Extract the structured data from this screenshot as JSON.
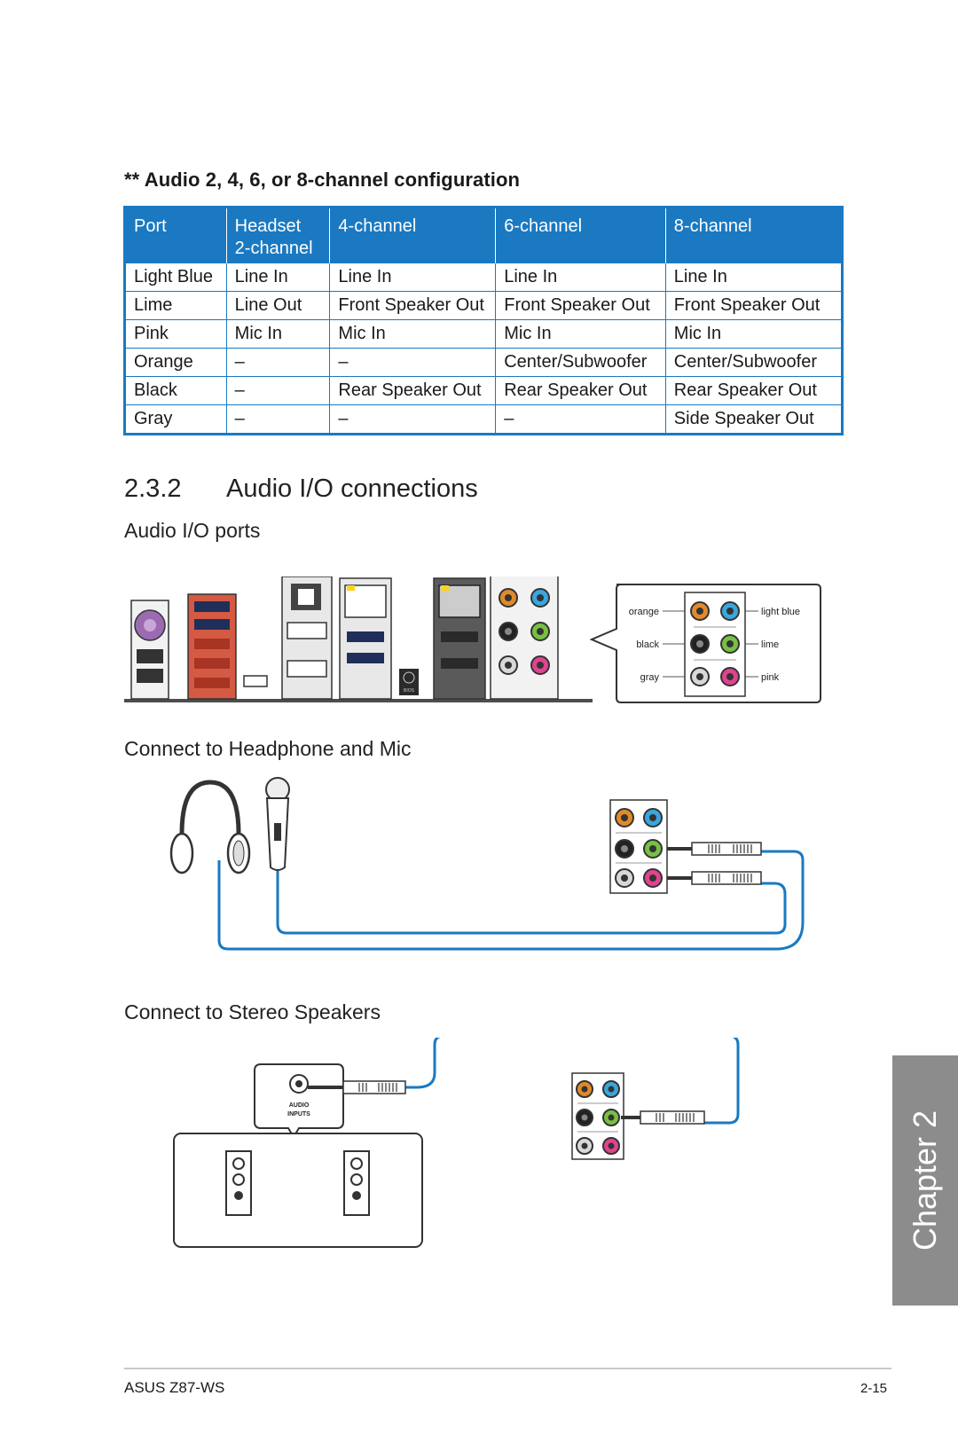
{
  "config_heading": "** Audio 2, 4, 6, or 8-channel configuration",
  "table": {
    "headers": [
      "Port",
      "Headset\n2-channel",
      "4-channel",
      "6-channel",
      "8-channel"
    ],
    "rows": [
      [
        "Light Blue",
        "Line In",
        "Line In",
        "Line In",
        "Line In"
      ],
      [
        "Lime",
        "Line Out",
        "Front Speaker Out",
        "Front Speaker Out",
        "Front Speaker Out"
      ],
      [
        "Pink",
        "Mic In",
        "Mic In",
        "Mic In",
        "Mic In"
      ],
      [
        "Orange",
        "–",
        "–",
        "Center/Subwoofer",
        "Center/Subwoofer"
      ],
      [
        "Black",
        "–",
        "Rear Speaker Out",
        "Rear Speaker Out",
        "Rear Speaker Out"
      ],
      [
        "Gray",
        "–",
        "–",
        "–",
        "Side Speaker Out"
      ]
    ]
  },
  "section": {
    "number": "2.3.2",
    "title": "Audio I/O connections"
  },
  "subsections": {
    "ports": "Audio I/O ports",
    "headphone": "Connect to Headphone and Mic",
    "speakers": "Connect to Stereo Speakers"
  },
  "port_labels": {
    "orange": "orange",
    "black": "black",
    "gray": "gray",
    "light_blue": "light blue",
    "lime": "lime",
    "pink": "pink"
  },
  "io_labels": {
    "bios": "BIOS"
  },
  "speaker_labels": {
    "line1": "AUDIO",
    "line2": "INPUTS"
  },
  "jack_colors": {
    "orange": "#e08a2c",
    "light_blue": "#3aa6dd",
    "black": "#222222",
    "lime": "#77c043",
    "gray": "#d8d8d8",
    "pink": "#e0438f"
  },
  "accent_color": "#1a79c1",
  "footer": {
    "left": "ASUS Z87-WS",
    "right": "2-15"
  },
  "chapter_tab": "Chapter 2"
}
